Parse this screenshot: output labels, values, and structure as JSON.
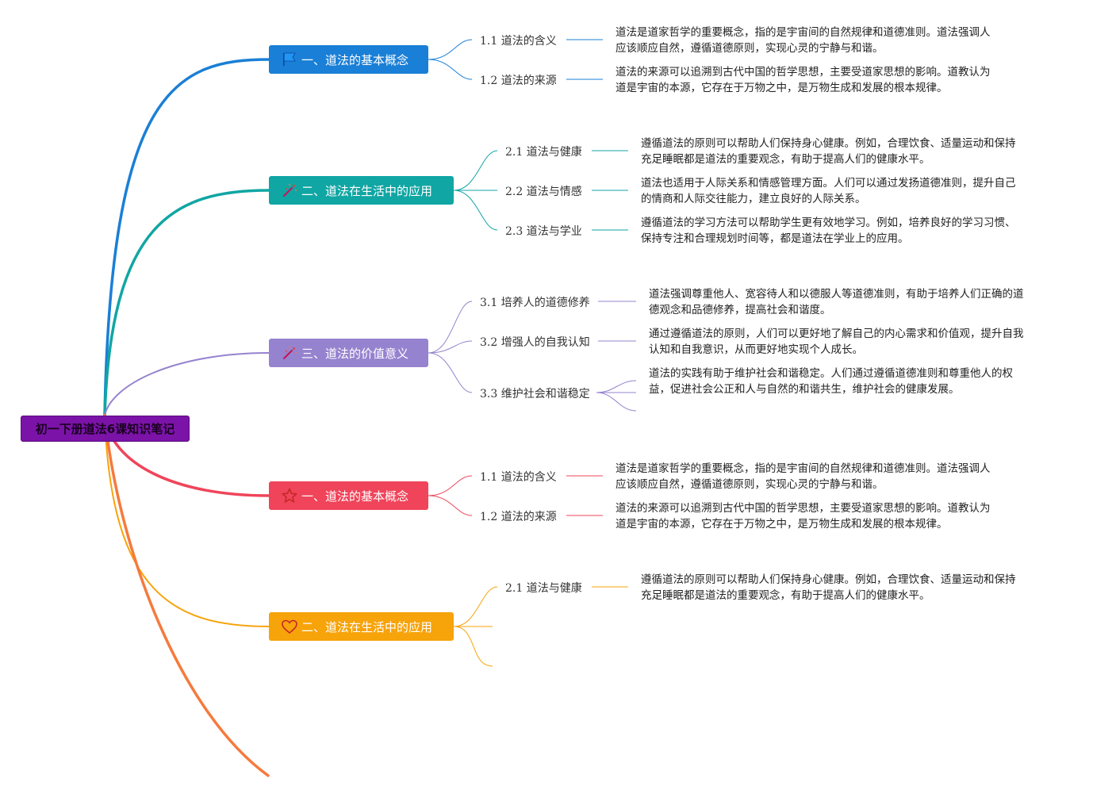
{
  "root": {
    "title": "初一下册道法6课知识笔记"
  },
  "colors": {
    "root": "#7b13a8",
    "b1": "#1a7fd6",
    "b2": "#10a6a3",
    "b3": "#9683cf",
    "b4": "#f0445a",
    "b5": "#f7a30a",
    "tail": "#f57a3d"
  },
  "branches": [
    {
      "label": "一、道法的基本概念",
      "icon": "flag-icon",
      "items": [
        {
          "label": "1.1 道法的含义",
          "lines": [
            "道法是道家哲学的重要概念，指的是宇宙间的自然规律和道德准则。道法强调人",
            "应该顺应自然，遵循道德原则，实现心灵的宁静与和谐。"
          ]
        },
        {
          "label": "1.2 道法的来源",
          "lines": [
            "道法的来源可以追溯到古代中国的哲学思想，主要受道家思想的影响。道教认为",
            "道是宇宙的本源，它存在于万物之中，是万物生成和发展的根本规律。"
          ]
        }
      ]
    },
    {
      "label": "二、道法在生活中的应用",
      "icon": "magic-wand-icon",
      "items": [
        {
          "label": "2.1 道法与健康",
          "lines": [
            "遵循道法的原则可以帮助人们保持身心健康。例如，合理饮食、适量运动和保持",
            "充足睡眠都是道法的重要观念，有助于提高人们的健康水平。"
          ]
        },
        {
          "label": "2.2 道法与情感",
          "lines": [
            "道法也适用于人际关系和情感管理方面。人们可以通过发扬道德准则，提升自己",
            "的情商和人际交往能力，建立良好的人际关系。"
          ]
        },
        {
          "label": "2.3 道法与学业",
          "lines": [
            "遵循道法的学习方法可以帮助学生更有效地学习。例如，培养良好的学习习惯、",
            "保持专注和合理规划时间等，都是道法在学业上的应用。"
          ]
        }
      ]
    },
    {
      "label": "三、道法的价值意义",
      "icon": "magic-wand-icon",
      "items": [
        {
          "label": "3.1 培养人的道德修养",
          "lines": [
            "道法强调尊重他人、宽容待人和以德服人等道德准则，有助于培养人们正确的道",
            "德观念和品德修养，提高社会和谐度。"
          ]
        },
        {
          "label": "3.2 增强人的自我认知",
          "lines": [
            "通过遵循道法的原则，人们可以更好地了解自己的内心需求和价值观，提升自我",
            "认知和自我意识，从而更好地实现个人成长。"
          ]
        },
        {
          "label": "3.3 维护社会和谐稳定",
          "lines": [
            "道法的实践有助于维护社会和谐稳定。人们通过遵循道德准则和尊重他人的权",
            "益，促进社会公正和人与自然的和谐共生，维护社会的健康发展。"
          ]
        }
      ]
    },
    {
      "label": "一、道法的基本概念",
      "icon": "star-icon",
      "items": [
        {
          "label": "1.1 道法的含义",
          "lines": [
            "道法是道家哲学的重要概念，指的是宇宙间的自然规律和道德准则。道法强调人",
            "应该顺应自然，遵循道德原则，实现心灵的宁静与和谐。"
          ]
        },
        {
          "label": "1.2 道法的来源",
          "lines": [
            "道法的来源可以追溯到古代中国的哲学思想，主要受道家思想的影响。道教认为",
            "道是宇宙的本源，它存在于万物之中，是万物生成和发展的根本规律。"
          ]
        }
      ]
    },
    {
      "label": "二、道法在生活中的应用",
      "icon": "heart-icon",
      "items": [
        {
          "label": "2.1 道法与健康",
          "lines": [
            "遵循道法的原则可以帮助人们保持身心健康。例如，合理饮食、适量运动和保持",
            "充足睡眠都是道法的重要观念，有助于提高人们的健康水平。"
          ]
        }
      ]
    }
  ]
}
